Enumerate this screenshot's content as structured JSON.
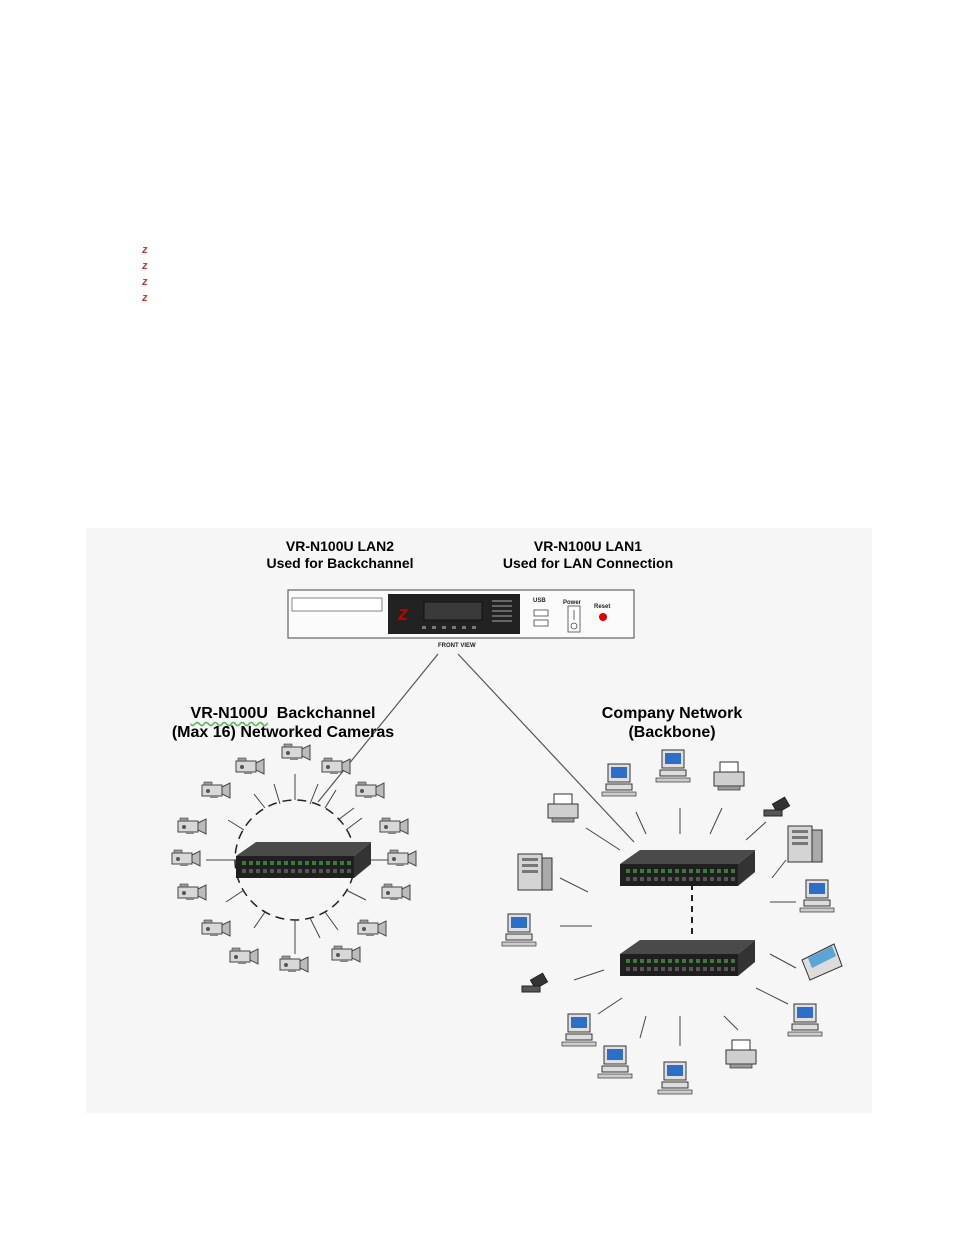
{
  "bullets": [
    "z",
    "z",
    "z",
    "z"
  ],
  "labels": {
    "lan2_line1": "VR-N100U LAN2",
    "lan2_line2": "Used for Backchannel",
    "lan1_line1": "VR-N100U LAN1",
    "lan1_line2": "Used for LAN Connection",
    "backchannel_line1_a": "VR-N100U",
    "backchannel_line1_b": "Backchannel",
    "backchannel_line2": "(Max 16) Networked Cameras",
    "company_line1": "Company Network",
    "company_line2": "(Backbone)",
    "front_view": "FRONT VIEW"
  },
  "device_panel": {
    "usb_label": "USB",
    "power_label": "Power",
    "reset_label": "Reset"
  },
  "colors": {
    "figure_bg": "#f6f6f6",
    "bullet": "#e03030",
    "reset_led": "#e00000",
    "switch_body": "#2a2a2a"
  },
  "icons": {
    "camera": "camera-icon",
    "switch": "network-switch-icon",
    "computer": "computer-icon",
    "printer": "printer-icon",
    "server": "server-icon",
    "pda": "pda-icon",
    "scanner": "scanner-icon"
  }
}
